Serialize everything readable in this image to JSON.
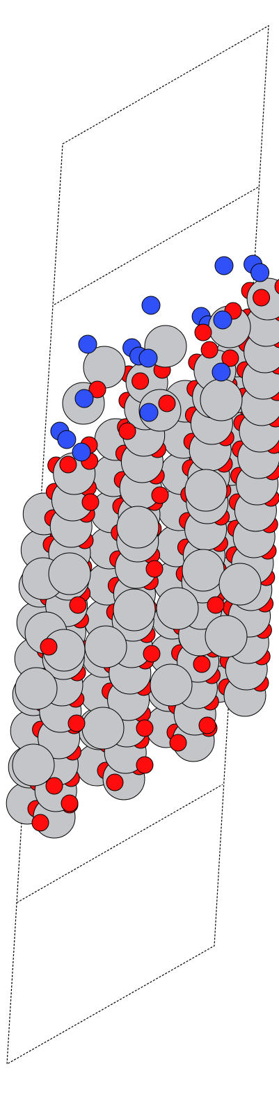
{
  "figure": {
    "kind": "atomic structure model",
    "colors": {
      "background": "#ffffff",
      "large_atom": "#c3c5c9",
      "red_atom": "#ff0d0d",
      "blue_atom": "#3050f8",
      "outline": "#000000",
      "cell_outline": "#000000"
    },
    "atom_species": [
      {
        "color_name": "gray",
        "relative_size": "large"
      },
      {
        "color_name": "red",
        "relative_size": "small"
      },
      {
        "color_name": "blue",
        "relative_size": "small"
      }
    ]
  }
}
